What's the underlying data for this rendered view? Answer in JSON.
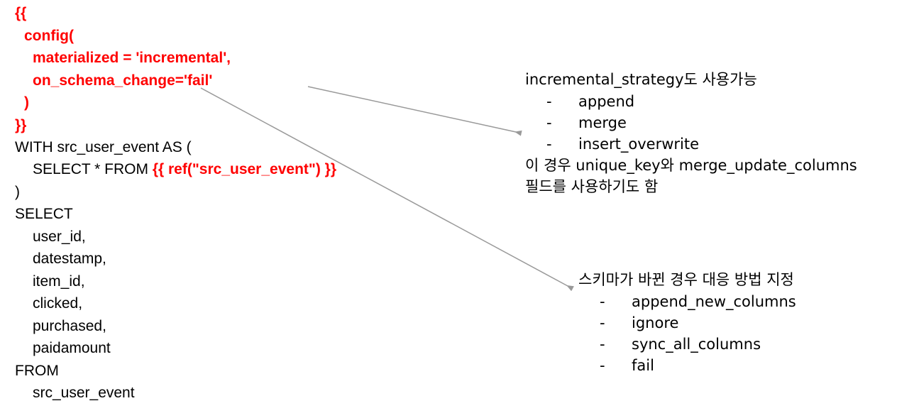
{
  "code": {
    "line1": "{{",
    "line2": "config(",
    "line3": "materialized = 'incremental',",
    "line4": "on_schema_change='fail'",
    "line5": ")",
    "line6": "}}",
    "line7": "WITH src_user_event AS (",
    "line8_prefix": "SELECT * FROM ",
    "line8_ref": "{{ ref(\"src_user_event\") }}",
    "line9": ")",
    "line10": "SELECT",
    "line11": "user_id,",
    "line12": "datestamp,",
    "line13": "item_id,",
    "line14": "clicked,",
    "line15": "purchased,",
    "line16": "paidamount",
    "line17": "FROM",
    "line18": "src_user_event"
  },
  "note_strategy": {
    "title": "incremental_strategy도 사용가능",
    "dash": "-",
    "items": [
      "append",
      "merge",
      "insert_overwrite"
    ],
    "footer1": "이 경우 unique_key와 merge_update_columns",
    "footer2": "필드를 사용하기도 함"
  },
  "note_schema": {
    "title": "스키마가 바뀐 경우 대응 방법 지정",
    "dash": "-",
    "items": [
      "append_new_columns",
      "ignore",
      "sync_all_columns",
      "fail"
    ]
  },
  "colors": {
    "code_highlight": "#ff0000",
    "arrow": "#999999",
    "text": "#000000"
  }
}
